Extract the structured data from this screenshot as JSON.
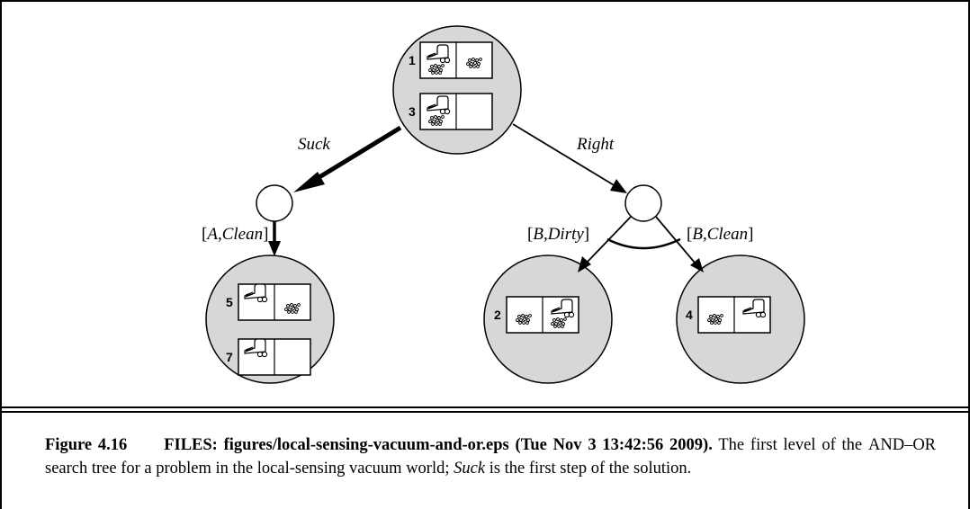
{
  "diagram": {
    "edge_labels": {
      "suck": "Suck",
      "right": "Right",
      "a_clean_open": "[",
      "a_clean_a": "A",
      "a_clean_comma": ",",
      "a_clean_state": "Clean",
      "a_clean_close": "]",
      "b_dirty_open": "[",
      "b_dirty_b": "B",
      "b_dirty_comma": ",",
      "b_dirty_state": "Dirty",
      "b_dirty_close": "]",
      "b_clean_open": "[",
      "b_clean_b": "B",
      "b_clean_comma": ",",
      "b_clean_state": "Clean",
      "b_clean_close": "]"
    },
    "state_labels": {
      "s1": "1",
      "s3": "3",
      "s5": "5",
      "s7": "7",
      "s2": "2",
      "s4": "4"
    }
  },
  "caption": {
    "figure_number": "Figure 4.16",
    "files": "FILES: figures/local-sensing-vacuum-and-or.eps (Tue Nov 3 13:42:56 2009).",
    "text_1": "The first level of the",
    "and_or": "AND–OR",
    "text_2": "search tree for a problem in the local-sensing vacuum world;",
    "suck": "Suck",
    "text_3": "is the first step of the solution."
  }
}
